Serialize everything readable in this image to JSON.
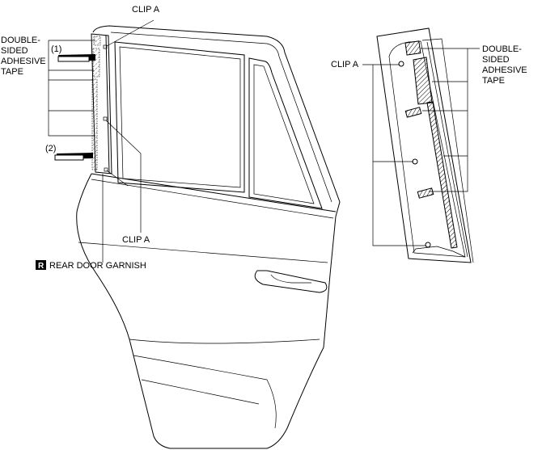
{
  "labels": {
    "clip_a_top": "CLIP A",
    "clip_a_bottom": "CLIP A",
    "clip_a_right": "CLIP A",
    "tape_left": [
      "DOUBLE-",
      "SIDED",
      "ADHESIVE",
      "TAPE"
    ],
    "tape_right": [
      "DOUBLE-",
      "SIDED",
      "ADHESIVE",
      "TAPE"
    ],
    "callout_1": "(1)",
    "callout_2": "(2)",
    "badge": "R",
    "caption": "REAR DOOR GARNISH"
  }
}
